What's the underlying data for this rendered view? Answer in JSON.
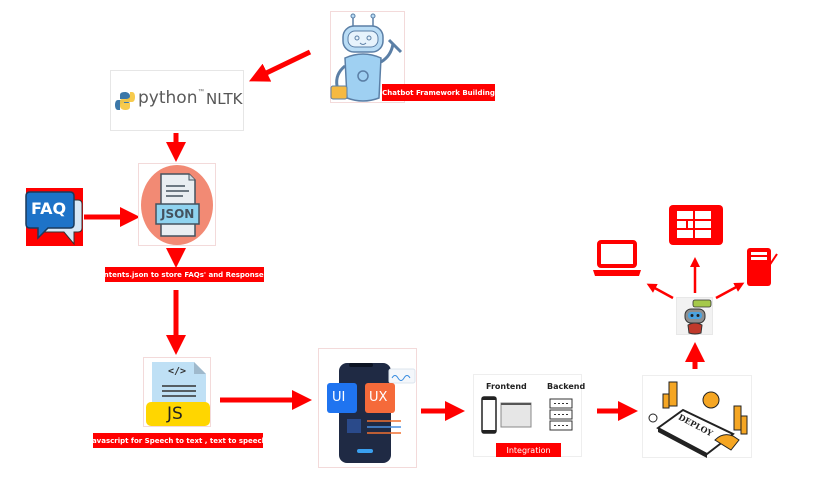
{
  "diagram": {
    "title": "Chatbot development workflow",
    "colors": {
      "arrow": "#ff0000",
      "label_bg": "#ff0000",
      "label_text": "#ffffff",
      "json_circle": "#f28a74",
      "faq_bubble": "#1e73c8",
      "js_badge": "#ffd600"
    },
    "nodes": {
      "framework": {
        "icon": "robot-mechanic-icon",
        "label": "Chatbot Framework Building"
      },
      "nltk": {
        "icon": "python-logo-icon",
        "python_text": "python",
        "tm": "™",
        "nltk_text": "NLTK"
      },
      "faq": {
        "icon": "faq-chat-bubble-icon",
        "text": "FAQ"
      },
      "intents": {
        "icon": "json-file-icon",
        "file_text": "JSON",
        "label": "Intents.json to store FAQs' and Responses"
      },
      "javascript": {
        "icon": "javascript-file-icon",
        "code_text": "</>",
        "badge_text": "JS",
        "label": "Javascript for Speech to text , text to speech"
      },
      "uiux": {
        "icon": "ui-ux-phone-icon",
        "ui_text": "UI",
        "ux_text": "UX"
      },
      "integration": {
        "frontend_text": "Frontend",
        "backend_text": "Backend",
        "label": "Integration"
      },
      "deploy": {
        "icon": "deploy-button-icon",
        "text": "DEPLOY"
      },
      "bot": {
        "icon": "chatbot-robot-icon"
      },
      "targets": [
        {
          "name": "laptop",
          "icon": "laptop-icon"
        },
        {
          "name": "tablet",
          "icon": "tablet-icon"
        },
        {
          "name": "phone",
          "icon": "phone-icon"
        }
      ]
    },
    "edges": [
      {
        "from": "framework",
        "to": "nltk"
      },
      {
        "from": "nltk",
        "to": "intents"
      },
      {
        "from": "faq",
        "to": "intents"
      },
      {
        "from": "intents",
        "to": "javascript"
      },
      {
        "from": "javascript",
        "to": "uiux"
      },
      {
        "from": "uiux",
        "to": "integration"
      },
      {
        "from": "integration",
        "to": "deploy"
      },
      {
        "from": "deploy",
        "to": "bot"
      },
      {
        "from": "bot",
        "to": "laptop"
      },
      {
        "from": "bot",
        "to": "tablet"
      },
      {
        "from": "bot",
        "to": "phone"
      }
    ]
  }
}
